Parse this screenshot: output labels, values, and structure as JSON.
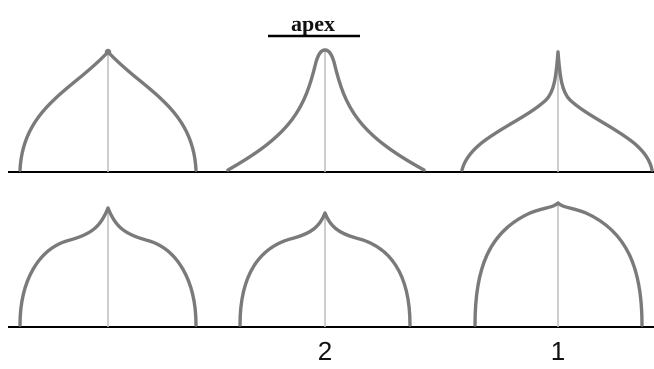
{
  "title": "apex",
  "labels": [
    "2",
    "1"
  ],
  "colors": {
    "curve": "#7a7a7a",
    "axis": "#c2c2c2",
    "baseline": "#000000",
    "background": "#ffffff"
  }
}
